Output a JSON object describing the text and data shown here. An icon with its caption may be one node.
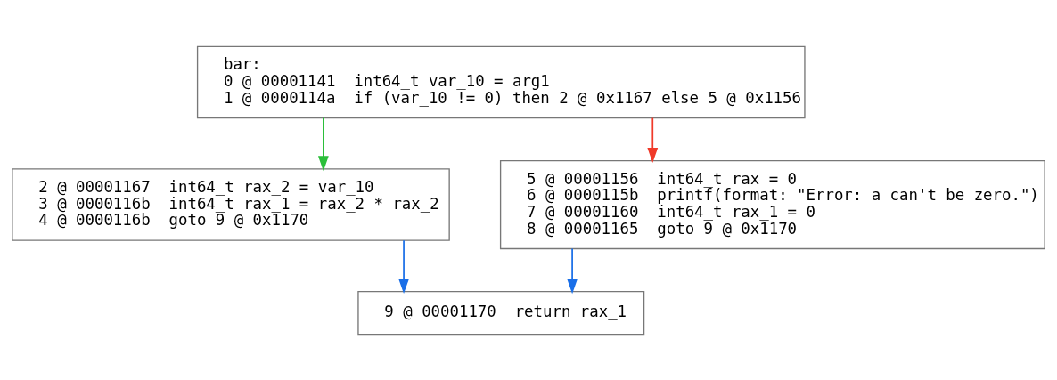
{
  "diagram": {
    "nodes": [
      {
        "text": [
          "bar:",
          "0 @ 00001141  int64_t var_10 = arg1",
          "1 @ 0000114a  if (var_10 != 0) then 2 @ 0x1167 else 5 @ 0x1156"
        ]
      },
      {
        "text": [
          "2 @ 00001167  int64_t rax_2 = var_10",
          "3 @ 0000116b  int64_t rax_1 = rax_2 * rax_2",
          "4 @ 0000116b  goto 9 @ 0x1170"
        ]
      },
      {
        "text": [
          "5 @ 00001156  int64_t rax = 0",
          "6 @ 0000115b  printf(format: \"Error: a can't be zero.\")",
          "7 @ 00001160  int64_t rax_1 = 0",
          "8 @ 00001165  goto 9 @ 0x1170"
        ]
      },
      {
        "text": [
          "9 @ 00001170  return rax_1"
        ]
      }
    ],
    "edges": [
      {
        "from": 0,
        "to": 1,
        "arrow": "to",
        "color": "#2bbf3a"
      },
      {
        "from": 0,
        "to": 2,
        "arrow": "to",
        "color": "#f03a2a"
      },
      {
        "from": 1,
        "to": 3,
        "arrow": "to",
        "color": "#1a6fe8"
      },
      {
        "from": 2,
        "to": 3,
        "arrow": "to",
        "color": "#1a6fe8"
      }
    ]
  }
}
